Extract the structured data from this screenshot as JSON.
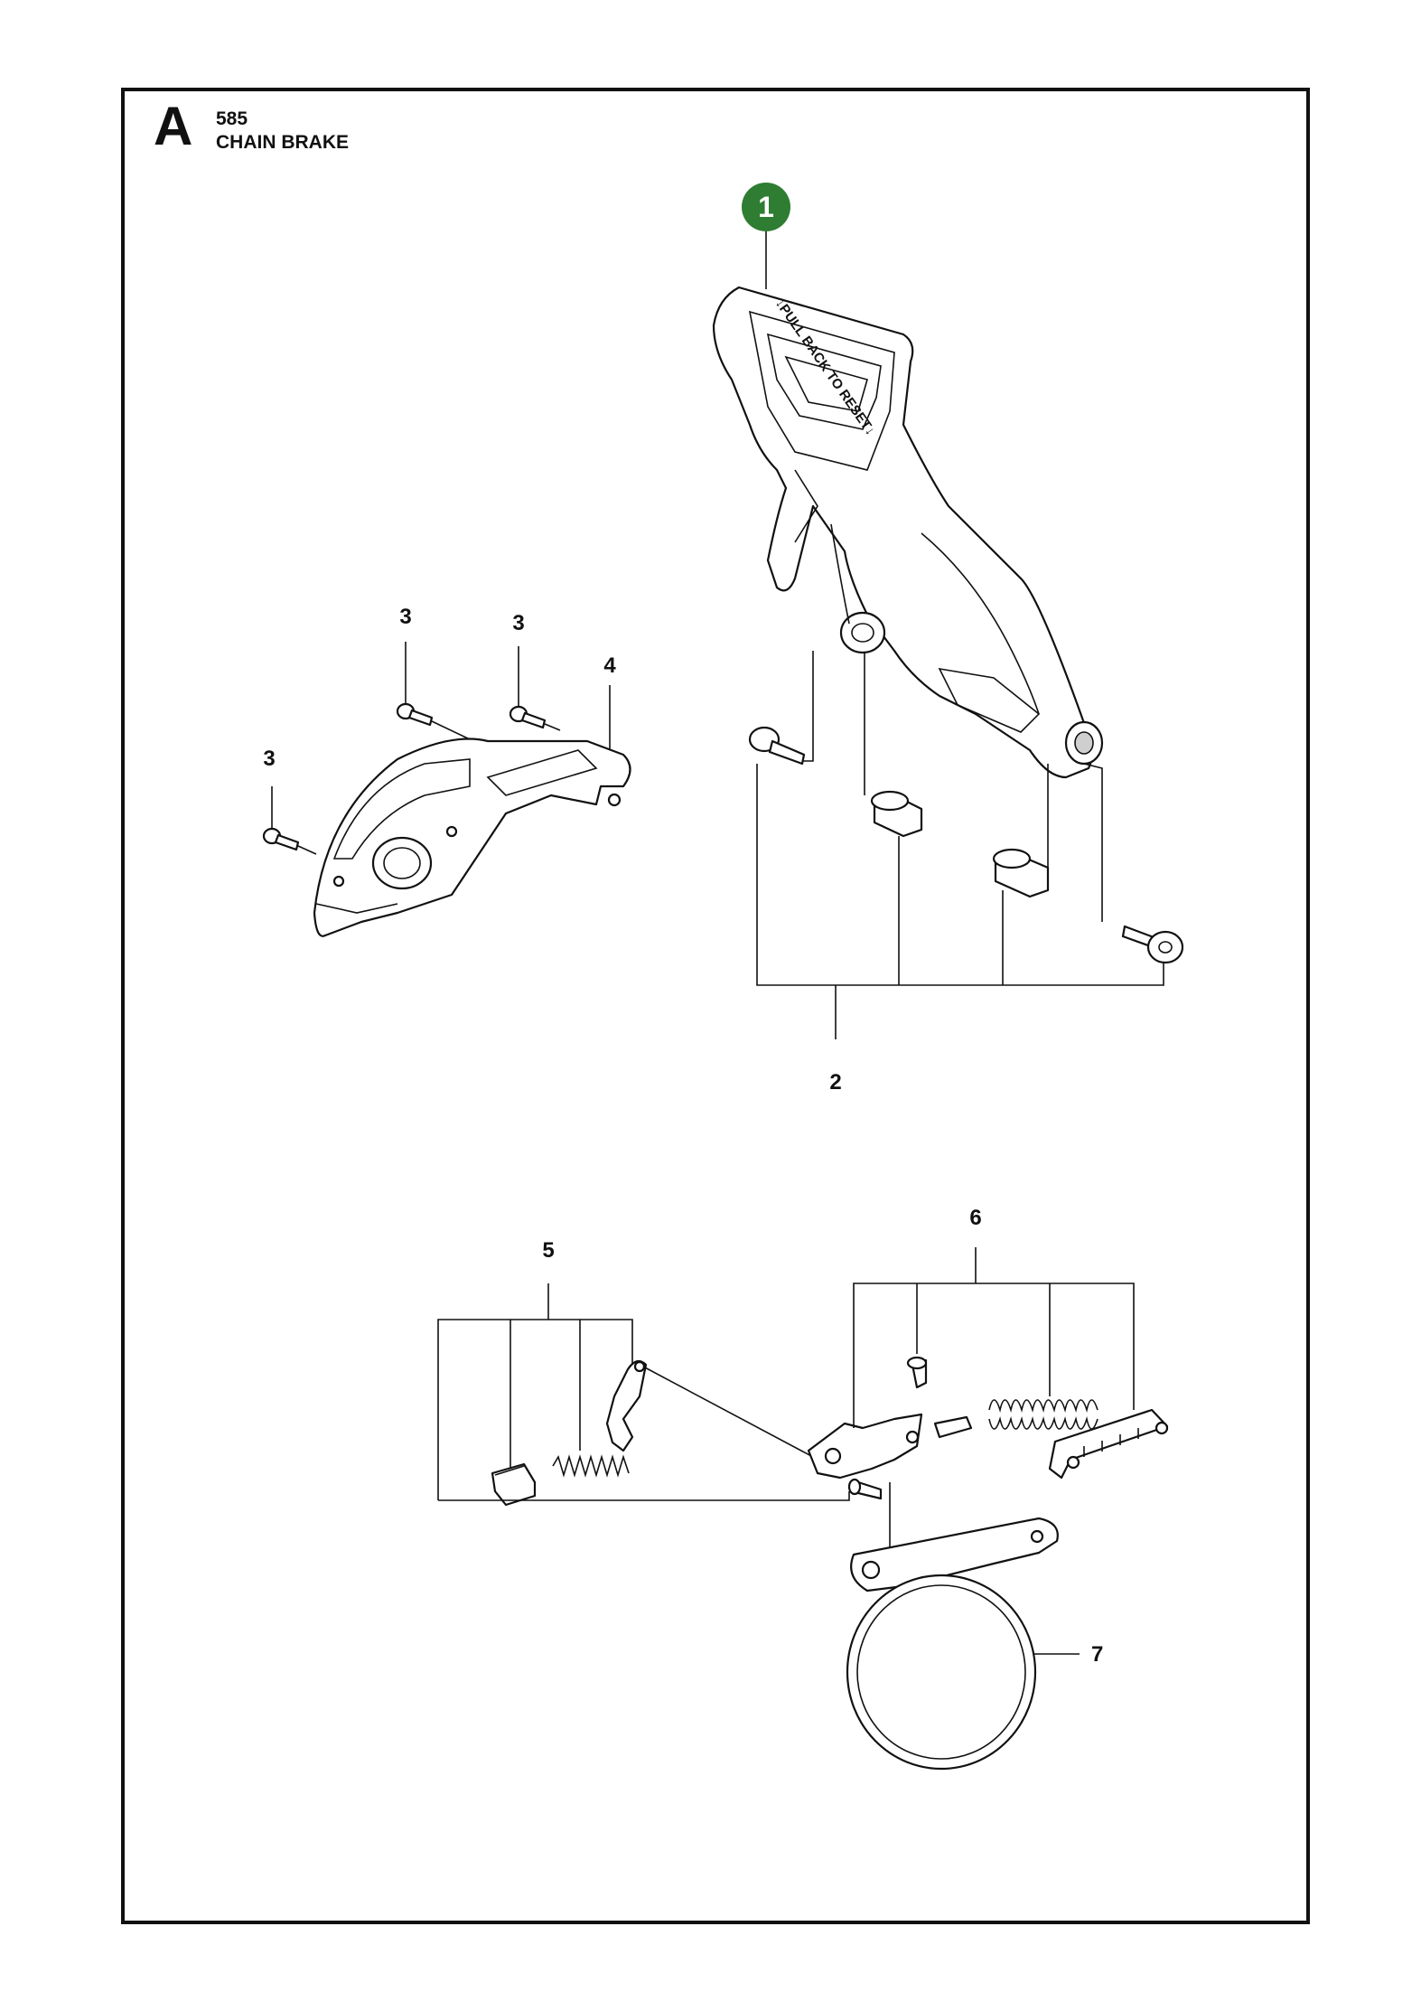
{
  "header": {
    "section_letter": "A",
    "model_code": "585",
    "title": "CHAIN BRAKE"
  },
  "highlight": {
    "number": "1",
    "color": "#2e7d32"
  },
  "embossed_text": "↓PULL BACK TO RESET↓",
  "callouts": [
    {
      "id": "callout-2",
      "label": "2"
    },
    {
      "id": "callout-3a",
      "label": "3"
    },
    {
      "id": "callout-3b",
      "label": "3"
    },
    {
      "id": "callout-3c",
      "label": "3"
    },
    {
      "id": "callout-4",
      "label": "4"
    },
    {
      "id": "callout-5",
      "label": "5"
    },
    {
      "id": "callout-6",
      "label": "6"
    },
    {
      "id": "callout-7",
      "label": "7"
    }
  ]
}
